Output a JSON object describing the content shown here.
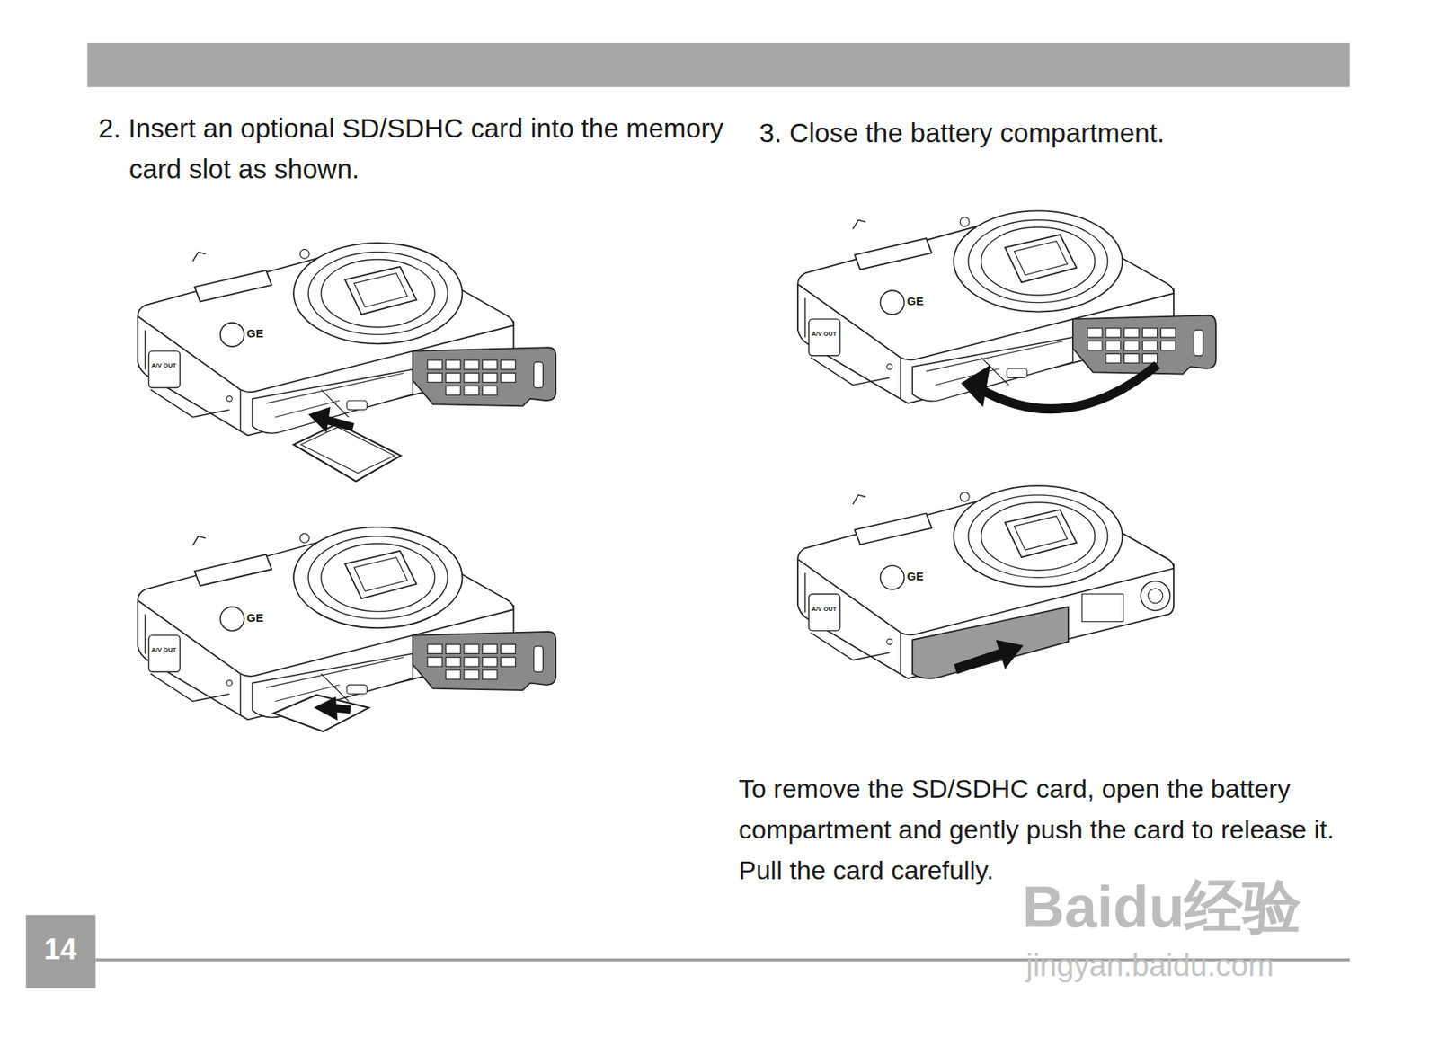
{
  "diagram": {
    "labels": [
      "2. Insert an optional SD/SDHC card into the memory card slot as shown.",
      "3. Close the battery compartment.",
      "To remove the SD/SDHC card, open the battery compartment and gently push the card to release it. Pull the card carefully.",
      "14",
      "GE",
      "GE",
      "GE",
      "GE",
      "A/V OUT",
      "A/V OUT",
      "A/V OUT",
      "A/V OUT",
      "Baidu经验",
      "jingyan.baidu.com"
    ]
  }
}
